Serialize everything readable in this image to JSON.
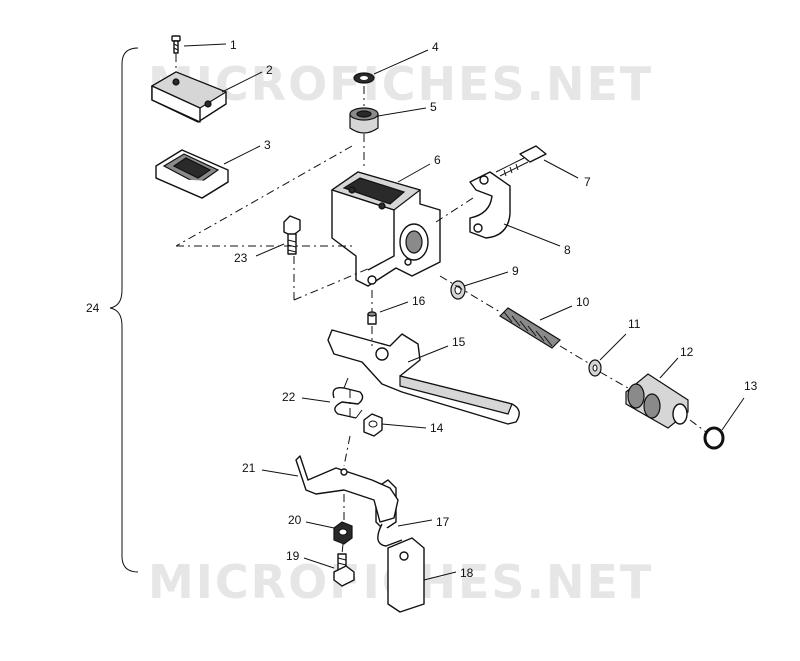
{
  "watermarks": [
    "MICROFICHES.NET",
    "MICROFICHES.NET"
  ],
  "assembly_callout": "24",
  "callouts": [
    {
      "num": "1"
    },
    {
      "num": "2"
    },
    {
      "num": "3"
    },
    {
      "num": "4"
    },
    {
      "num": "5"
    },
    {
      "num": "6"
    },
    {
      "num": "7"
    },
    {
      "num": "8"
    },
    {
      "num": "9"
    },
    {
      "num": "10"
    },
    {
      "num": "11"
    },
    {
      "num": "12"
    },
    {
      "num": "13"
    },
    {
      "num": "14"
    },
    {
      "num": "15"
    },
    {
      "num": "16"
    },
    {
      "num": "17"
    },
    {
      "num": "18"
    },
    {
      "num": "19"
    },
    {
      "num": "20"
    },
    {
      "num": "21"
    },
    {
      "num": "22"
    },
    {
      "num": "23"
    }
  ]
}
